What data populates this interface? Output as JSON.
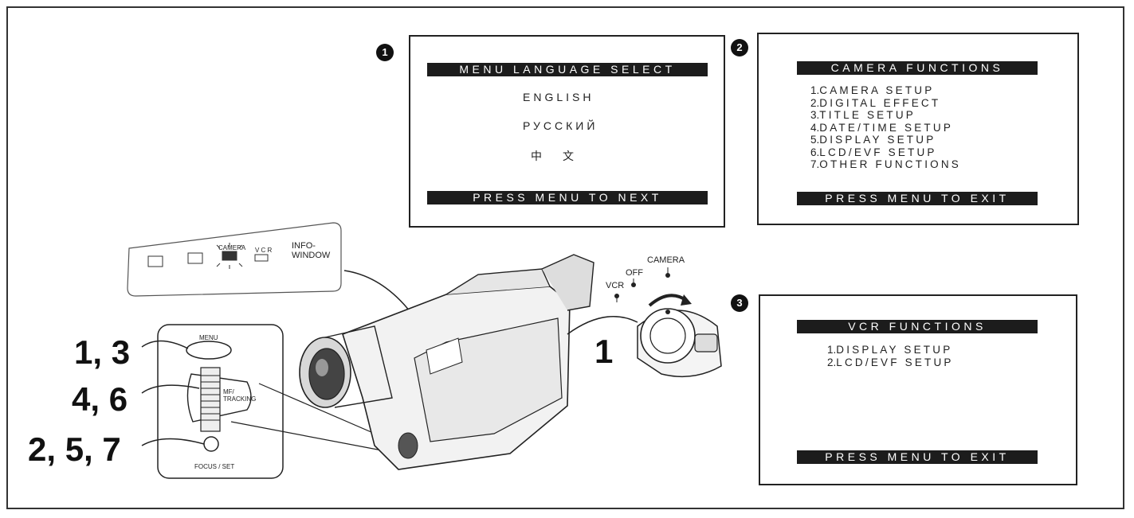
{
  "screens": {
    "language": {
      "badge": "1",
      "title": "MENU LANGUAGE SELECT",
      "options": [
        "ENGLISH",
        "РУССКИЙ",
        "中　文"
      ],
      "footer": "PRESS MENU TO NEXT"
    },
    "camera": {
      "badge": "2",
      "title": "CAMERA FUNCTIONS",
      "items": [
        {
          "num": "1.",
          "label": "CAMERA SETUP"
        },
        {
          "num": "2.",
          "label": "DIGITAL EFFECT"
        },
        {
          "num": "3.",
          "label": "TITLE SETUP"
        },
        {
          "num": "4.",
          "label": "DATE/TIME SETUP"
        },
        {
          "num": "5.",
          "label": "DISPLAY SETUP"
        },
        {
          "num": "6.",
          "label": "LCD/EVF SETUP"
        },
        {
          "num": "7.",
          "label": "OTHER FUNCTIONS"
        }
      ],
      "footer": "PRESS MENU TO EXIT"
    },
    "vcr": {
      "badge": "3",
      "title": "VCR FUNCTIONS",
      "items": [
        {
          "num": "1.",
          "label": "DISPLAY SETUP"
        },
        {
          "num": "2.",
          "label": "LCD/EVF SETUP"
        }
      ],
      "footer": "PRESS MENU TO EXIT"
    }
  },
  "steps": {
    "menu_button": "1, 3",
    "dial": "4, 6",
    "focus_set": "2, 5, 7",
    "mode_switch": "1"
  },
  "labels": {
    "menu": "MENU",
    "mf_tracking_line1": "MF/",
    "mf_tracking_line2": "TRACKING",
    "focus_set": "FOCUS / SET",
    "info_window_line1": "INFO-",
    "info_window_line2": "WINDOW",
    "camera_mode": "CAMERA",
    "off_mode": "OFF",
    "vcr_mode": "VCR",
    "info_camera": "CAMERA",
    "info_vcr": "V C R"
  }
}
